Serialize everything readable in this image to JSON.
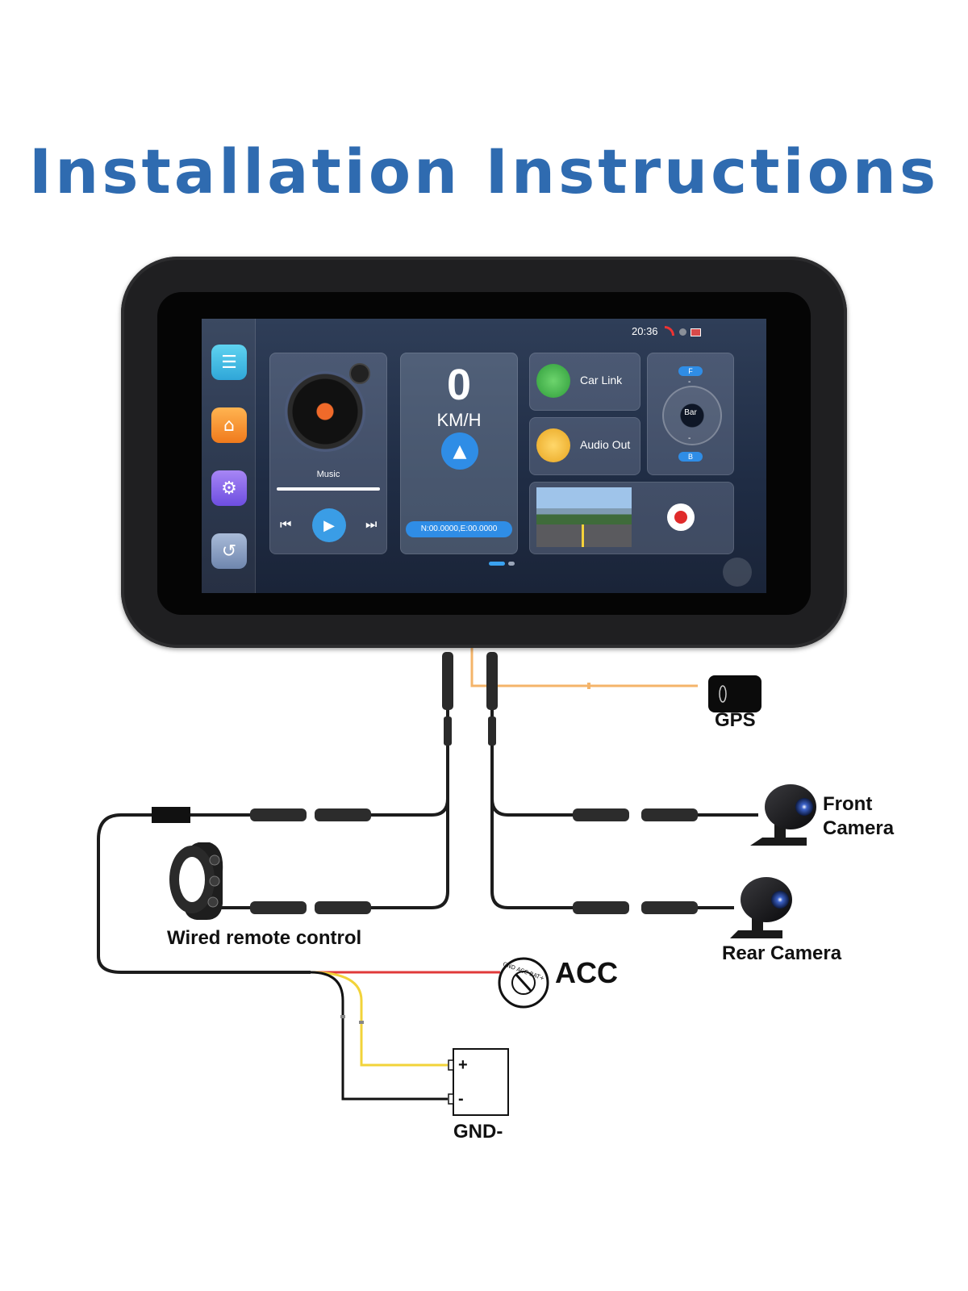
{
  "title": "Installation Instructions",
  "screen": {
    "time": "20:36",
    "music_label": "Music",
    "speed_value": "0",
    "speed_unit": "KM/H",
    "coords": "N:00.0000,E:00.0000",
    "car_link": "Car Link",
    "audio_out": "Audio Out",
    "tire_front": "F",
    "tire_back": "B",
    "tire_center": "Bar",
    "tire_dash_top": "-",
    "tire_dash_bottom": "-"
  },
  "labels": {
    "gps": "GPS",
    "front_camera_line1": "Front",
    "front_camera_line2": "Camera",
    "rear_camera": "Rear Camera",
    "wired_remote": "Wired remote control",
    "acc": "ACC",
    "gnd": "GND-",
    "plus": "+",
    "minus": "-",
    "acc_ring": "GND ACC BAT+"
  },
  "colors": {
    "title": "#2f6bb0",
    "gps_wire": "#f4b46a",
    "acc_wire": "#e03a3a",
    "battery_wire": "#f2d33a",
    "ground_wire": "#111111",
    "record": "#e02b2b"
  }
}
